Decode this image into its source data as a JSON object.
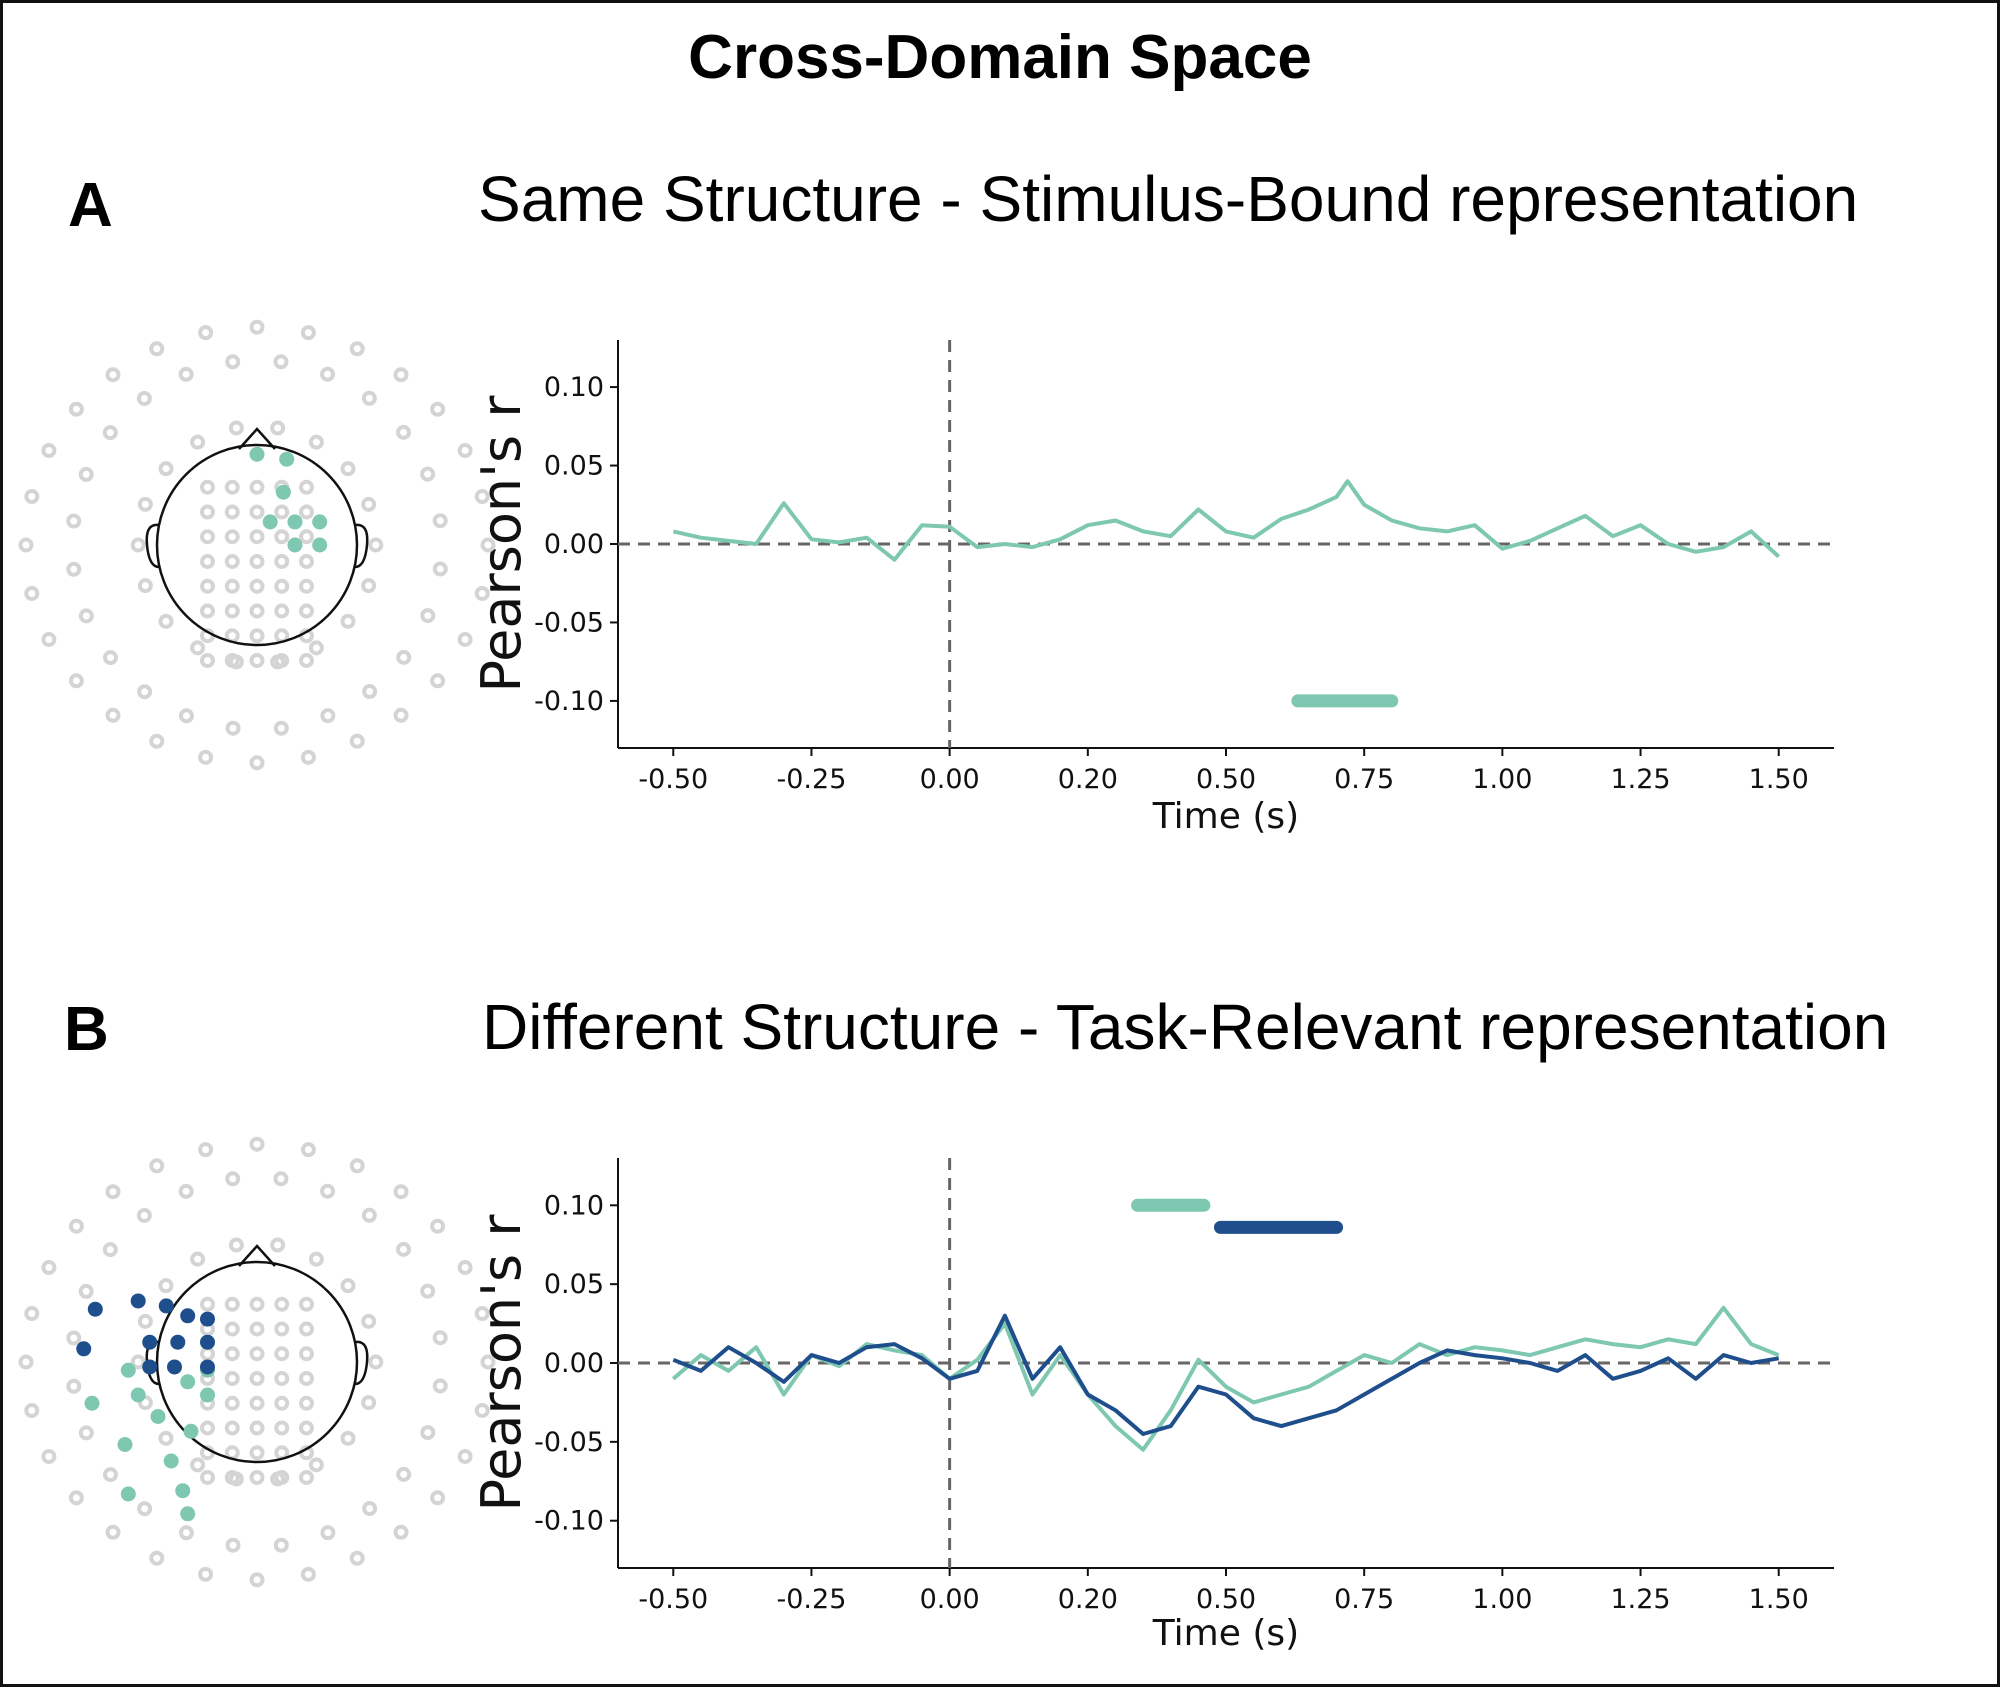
{
  "figure_title": "Cross-Domain Space",
  "colors": {
    "teal": "#7ec8b2",
    "navy": "#1f4e8c",
    "grey_electrode": "#d4d4d4",
    "axis": "#111111",
    "dashed": "#666666"
  },
  "panels": [
    {
      "letter": "A",
      "title": "Same Structure - Stimulus-Bound representation"
    },
    {
      "letter": "B",
      "title": "Different Structure - Task-Relevant representation"
    }
  ],
  "chart_data": [
    {
      "type": "line",
      "title": "Same Structure - Stimulus-Bound representation",
      "xlabel": "Time (s)",
      "ylabel": "Pearson's r",
      "xlim": [
        -0.6,
        1.6
      ],
      "ylim": [
        -0.13,
        0.13
      ],
      "x_ticks": [
        -0.5,
        -0.25,
        0,
        0.25,
        0.5,
        0.75,
        1,
        1.25,
        1.5
      ],
      "x_tick_labels": [
        "-0.50",
        "-0.25",
        "0.00",
        "0.20",
        "0.50",
        "0.75",
        "1.00",
        "1.25",
        "1.50"
      ],
      "y_ticks": [
        0.1,
        0.05,
        0,
        -0.05,
        -0.1
      ],
      "y_tick_labels": [
        "0.10",
        "0.05",
        "0.00",
        "-0.05",
        "-0.10"
      ],
      "reference_lines": {
        "vertical_x": 0,
        "horizontal_y": 0
      },
      "series": [
        {
          "color": "#7ec8b2",
          "x": [
            -0.5,
            -0.45,
            -0.4,
            -0.35,
            -0.3,
            -0.25,
            -0.2,
            -0.15,
            -0.1,
            -0.05,
            0.0,
            0.05,
            0.1,
            0.15,
            0.2,
            0.25,
            0.3,
            0.35,
            0.4,
            0.45,
            0.5,
            0.55,
            0.6,
            0.65,
            0.7,
            0.72,
            0.75,
            0.8,
            0.85,
            0.9,
            0.95,
            1.0,
            1.05,
            1.1,
            1.15,
            1.2,
            1.25,
            1.3,
            1.35,
            1.4,
            1.45,
            1.5
          ],
          "y": [
            0.008,
            0.004,
            0.002,
            0.0,
            0.026,
            0.003,
            0.001,
            0.004,
            -0.01,
            0.012,
            0.011,
            -0.002,
            0.0,
            -0.002,
            0.003,
            0.012,
            0.015,
            0.008,
            0.005,
            0.022,
            0.008,
            0.004,
            0.016,
            0.022,
            0.03,
            0.04,
            0.025,
            0.015,
            0.01,
            0.008,
            0.012,
            -0.003,
            0.002,
            0.01,
            0.018,
            0.005,
            0.012,
            0.0,
            -0.005,
            -0.002,
            0.008,
            -0.008
          ]
        }
      ],
      "significance_bars": [
        {
          "color": "#7ec8b2",
          "x_start": 0.63,
          "x_end": 0.8,
          "y": -0.1
        }
      ]
    },
    {
      "type": "line",
      "title": "Different Structure - Task-Relevant representation",
      "xlabel": "Time (s)",
      "ylabel": "Pearson's r",
      "xlim": [
        -0.6,
        1.6
      ],
      "ylim": [
        -0.13,
        0.13
      ],
      "x_ticks": [
        -0.5,
        -0.25,
        0,
        0.25,
        0.5,
        0.75,
        1,
        1.25,
        1.5
      ],
      "x_tick_labels": [
        "-0.50",
        "-0.25",
        "0.00",
        "0.20",
        "0.50",
        "0.75",
        "1.00",
        "1.25",
        "1.50"
      ],
      "y_ticks": [
        0.1,
        0.05,
        0,
        -0.05,
        -0.1
      ],
      "y_tick_labels": [
        "0.10",
        "0.05",
        "0.00",
        "-0.05",
        "-0.10"
      ],
      "reference_lines": {
        "vertical_x": 0,
        "horizontal_y": 0
      },
      "series": [
        {
          "color": "#7ec8b2",
          "x": [
            -0.5,
            -0.45,
            -0.4,
            -0.35,
            -0.3,
            -0.25,
            -0.2,
            -0.15,
            -0.1,
            -0.05,
            0.0,
            0.05,
            0.1,
            0.15,
            0.2,
            0.25,
            0.3,
            0.35,
            0.4,
            0.45,
            0.5,
            0.55,
            0.6,
            0.65,
            0.7,
            0.75,
            0.8,
            0.85,
            0.9,
            0.95,
            1.0,
            1.05,
            1.1,
            1.15,
            1.2,
            1.25,
            1.3,
            1.35,
            1.4,
            1.45,
            1.5
          ],
          "y": [
            -0.01,
            0.005,
            -0.005,
            0.01,
            -0.02,
            0.005,
            -0.002,
            0.012,
            0.008,
            0.005,
            -0.01,
            0.002,
            0.025,
            -0.02,
            0.005,
            -0.02,
            -0.04,
            -0.055,
            -0.03,
            0.002,
            -0.015,
            -0.025,
            -0.02,
            -0.015,
            -0.005,
            0.005,
            0.0,
            0.012,
            0.005,
            0.01,
            0.008,
            0.005,
            0.01,
            0.015,
            0.012,
            0.01,
            0.015,
            0.012,
            0.035,
            0.012,
            0.005
          ]
        },
        {
          "color": "#1f4e8c",
          "x": [
            -0.5,
            -0.45,
            -0.4,
            -0.35,
            -0.3,
            -0.25,
            -0.2,
            -0.15,
            -0.1,
            -0.05,
            0.0,
            0.05,
            0.1,
            0.15,
            0.2,
            0.25,
            0.3,
            0.35,
            0.4,
            0.45,
            0.5,
            0.55,
            0.6,
            0.65,
            0.7,
            0.75,
            0.8,
            0.85,
            0.9,
            0.95,
            1.0,
            1.05,
            1.1,
            1.15,
            1.2,
            1.25,
            1.3,
            1.35,
            1.4,
            1.45,
            1.5
          ],
          "y": [
            0.002,
            -0.005,
            0.01,
            0.0,
            -0.012,
            0.005,
            0.0,
            0.01,
            0.012,
            0.003,
            -0.01,
            -0.005,
            0.03,
            -0.01,
            0.01,
            -0.02,
            -0.03,
            -0.045,
            -0.04,
            -0.015,
            -0.02,
            -0.035,
            -0.04,
            -0.035,
            -0.03,
            -0.02,
            -0.01,
            0.0,
            0.008,
            0.005,
            0.003,
            0.0,
            -0.005,
            0.005,
            -0.01,
            -0.005,
            0.003,
            -0.01,
            0.005,
            0.0,
            0.003
          ]
        }
      ],
      "significance_bars": [
        {
          "color": "#7ec8b2",
          "x_start": 0.34,
          "x_end": 0.46,
          "y": 0.1
        },
        {
          "color": "#1f4e8c",
          "x_start": 0.49,
          "x_end": 0.7,
          "y": 0.086
        }
      ]
    }
  ],
  "topoplots": [
    {
      "teal_electrodes": [
        [
          0.0,
          -0.55
        ],
        [
          0.18,
          -0.52
        ],
        [
          0.16,
          -0.32
        ],
        [
          0.08,
          -0.14
        ],
        [
          0.23,
          -0.14
        ],
        [
          0.38,
          -0.14
        ],
        [
          0.23,
          0.0
        ],
        [
          0.38,
          0.0
        ]
      ],
      "navy_electrodes": []
    },
    {
      "teal_electrodes": [
        [
          -0.78,
          0.05
        ],
        [
          -1.0,
          0.25
        ],
        [
          -0.72,
          0.2
        ],
        [
          -0.6,
          0.33
        ],
        [
          -0.42,
          0.12
        ],
        [
          -0.3,
          0.05
        ],
        [
          -0.8,
          0.5
        ],
        [
          -0.4,
          0.42
        ],
        [
          -0.52,
          0.6
        ],
        [
          -0.3,
          0.2
        ],
        [
          -0.78,
          0.8
        ],
        [
          -0.45,
          0.78
        ],
        [
          -0.42,
          0.92
        ]
      ],
      "navy_electrodes": [
        [
          -0.98,
          -0.32
        ],
        [
          -0.72,
          -0.37
        ],
        [
          -0.55,
          -0.34
        ],
        [
          -0.42,
          -0.28
        ],
        [
          -0.3,
          -0.26
        ],
        [
          -0.65,
          -0.12
        ],
        [
          -0.48,
          -0.12
        ],
        [
          -0.3,
          -0.12
        ],
        [
          -1.05,
          -0.08
        ],
        [
          -0.65,
          0.03
        ],
        [
          -0.5,
          0.03
        ],
        [
          -0.3,
          0.03
        ]
      ]
    }
  ]
}
